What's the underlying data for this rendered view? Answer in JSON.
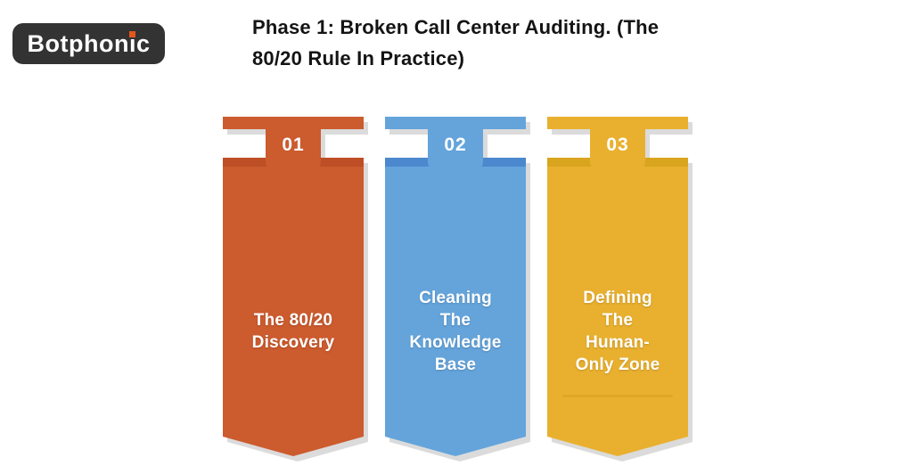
{
  "logo": {
    "part1": "Botphon",
    "part2": "i",
    "part3": "c",
    "background": "#333333",
    "dot_color": "#E4561B"
  },
  "title": {
    "line1": "Phase 1: Broken Call Center Auditing. (The",
    "line2": "80/20 Rule In Practice)"
  },
  "banners": [
    {
      "number": "01",
      "lines": [
        "The 80/20",
        "Discovery"
      ],
      "color": "#CC5B2E",
      "color_dark": "#BE4E25"
    },
    {
      "number": "02",
      "lines": [
        "Cleaning",
        "The",
        "Knowledge",
        "Base"
      ],
      "color": "#64A4DB",
      "color_dark": "#4C88CE"
    },
    {
      "number": "03",
      "lines": [
        "Defining",
        "The",
        "Human-",
        "Only Zone"
      ],
      "color": "#E9B02F",
      "color_dark": "#D9A51F",
      "has_divider": true
    }
  ],
  "shadow_color": "#DBDBDB"
}
